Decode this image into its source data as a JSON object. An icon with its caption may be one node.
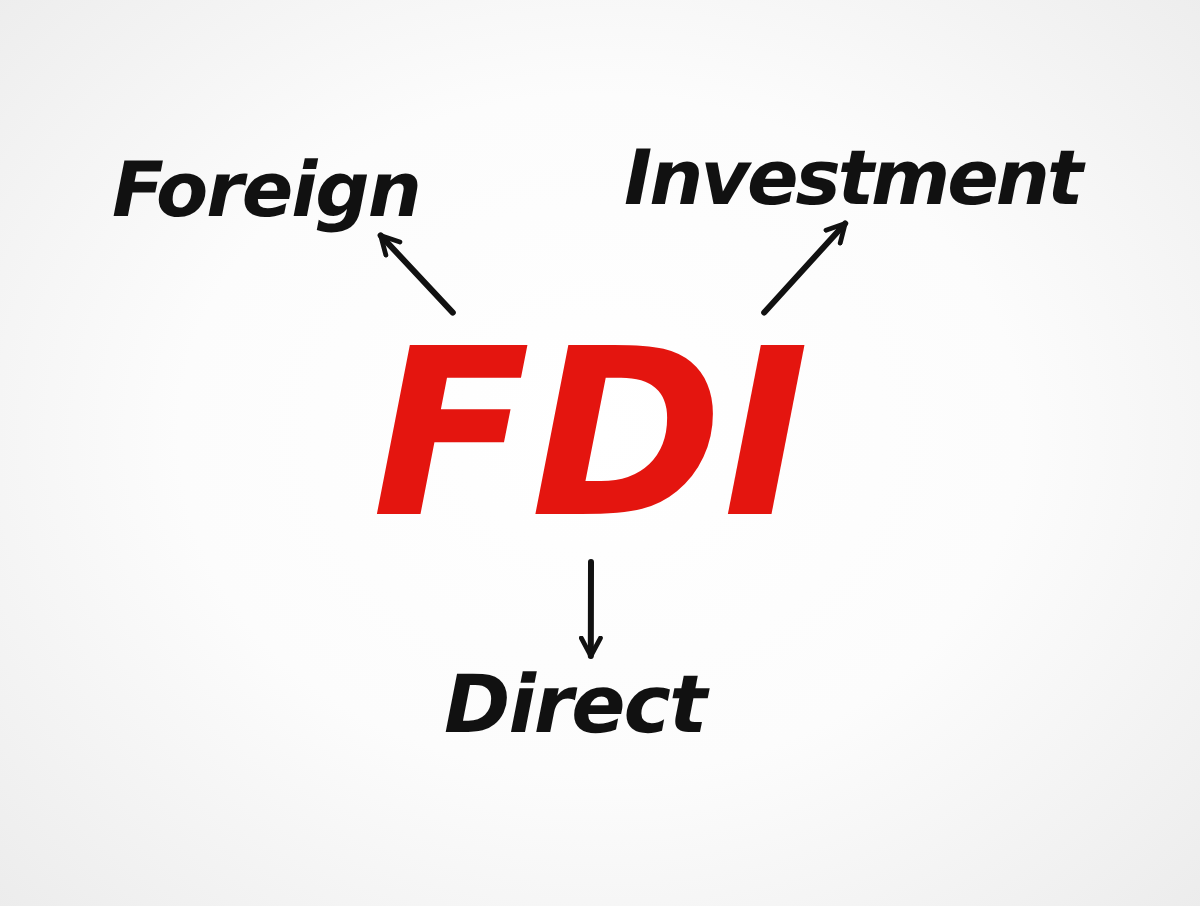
{
  "diagram": {
    "nodes": [
      {
        "text": [
          "FDI"
        ]
      },
      {
        "text": [
          "Foreign"
        ]
      },
      {
        "text": [
          "Investment"
        ]
      },
      {
        "text": [
          "Direct"
        ]
      }
    ],
    "edges": [
      {
        "from": 0,
        "to": 1,
        "arrow": "to"
      },
      {
        "from": 0,
        "to": 2,
        "arrow": "to"
      },
      {
        "from": 0,
        "to": 3,
        "arrow": "to"
      }
    ]
  }
}
